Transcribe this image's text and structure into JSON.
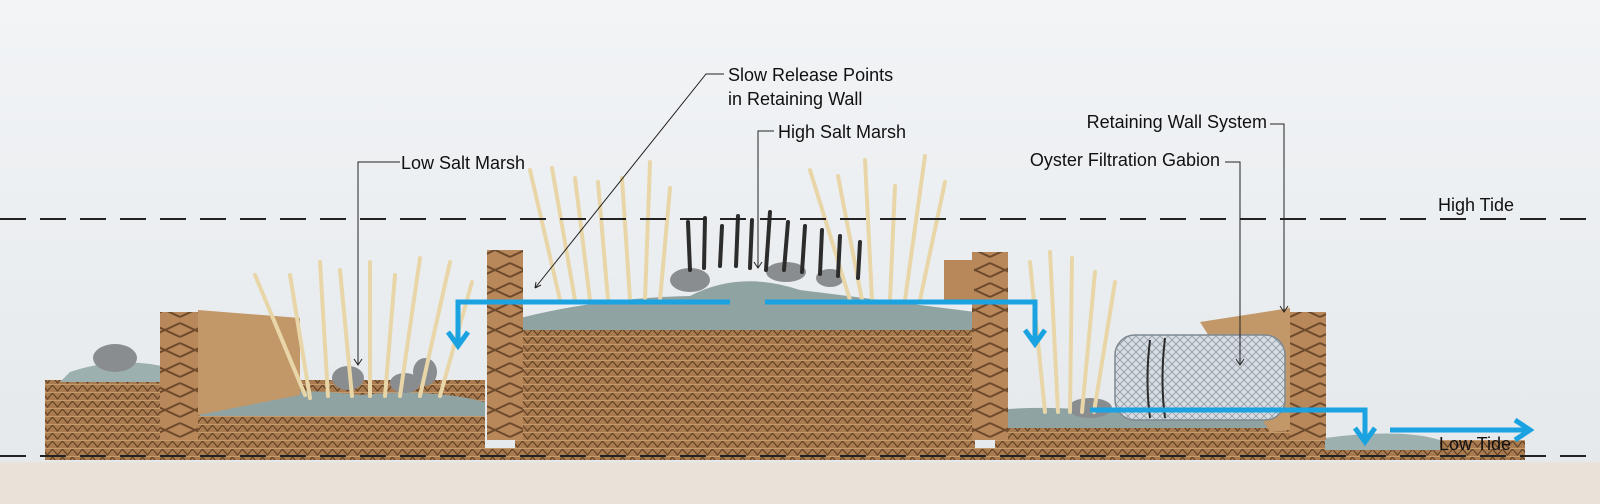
{
  "labels": {
    "slow_release_line1": "Slow Release Points",
    "slow_release_line2": "in Retaining Wall",
    "high_salt_marsh": "High Salt Marsh",
    "low_salt_marsh": "Low Salt Marsh",
    "retaining_wall_system": "Retaining Wall System",
    "oyster_filtration_gabion": "Oyster Filtration Gabion",
    "high_tide": "High Tide",
    "low_tide": "Low Tide"
  },
  "colors": {
    "background": "#eef1f3",
    "cardboard": "#a97b4f",
    "cardboard_dark": "#6e4a2c",
    "clay": "#8fa3a3",
    "reed": "#e8d6a8",
    "dark_reed": "#2c2c2c",
    "flow_arrow": "#1aa3e0",
    "leader": "#222222"
  },
  "icons": {
    "flow": "arrow-right-icon",
    "leader_end": "arrowhead-icon"
  }
}
